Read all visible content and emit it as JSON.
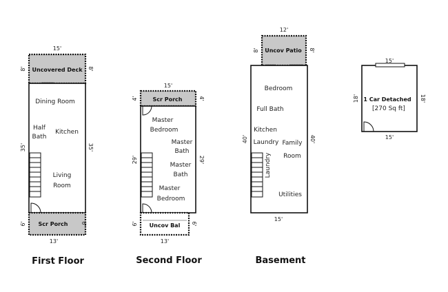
{
  "first_floor": {
    "title": "First Floor",
    "deck_label": "Uncovered Deck",
    "deck_width": "15'",
    "deck_depth": "8'",
    "rooms": {
      "dining": "Dining Room",
      "half": "Half",
      "bath": "Bath",
      "kitchen": "Kitchen",
      "living": "Living",
      "room": "Room"
    },
    "length": "35'",
    "porch_label": "Scr Porch",
    "porch_depth": "6'",
    "bottom_width": "13'"
  },
  "second_floor": {
    "title": "Second Floor",
    "top_width": "15'",
    "porch_label": "Scr Porch",
    "porch_depth": "4'",
    "rooms": {
      "master1": "Master",
      "bedroom1": "Bedroom",
      "master2": "Master",
      "bath2": "Bath",
      "master3": "Master",
      "bath3": "Bath",
      "master4": "Master",
      "bedroom4": "Bedroom"
    },
    "length": "29'",
    "bal_label": "Uncov Bal",
    "bal_depth": "6'",
    "bottom_width": "13'"
  },
  "basement": {
    "title": "Basement",
    "patio_label": "Uncov Patio",
    "patio_width": "12'",
    "patio_depth": "8'",
    "rooms": {
      "bedroom": "Bedroom",
      "fullbath": "Full Bath",
      "kitchen": "Kitchen",
      "laundry": "Laundry",
      "family": "Family",
      "room": "Room",
      "laundry_vertical": "Laundry",
      "utilities": "Utilities"
    },
    "length": "40'",
    "bottom_width": "15'"
  },
  "garage": {
    "label": "1 Car Detached",
    "area": "[270 Sq ft]",
    "width": "15'",
    "depth": "18'"
  }
}
